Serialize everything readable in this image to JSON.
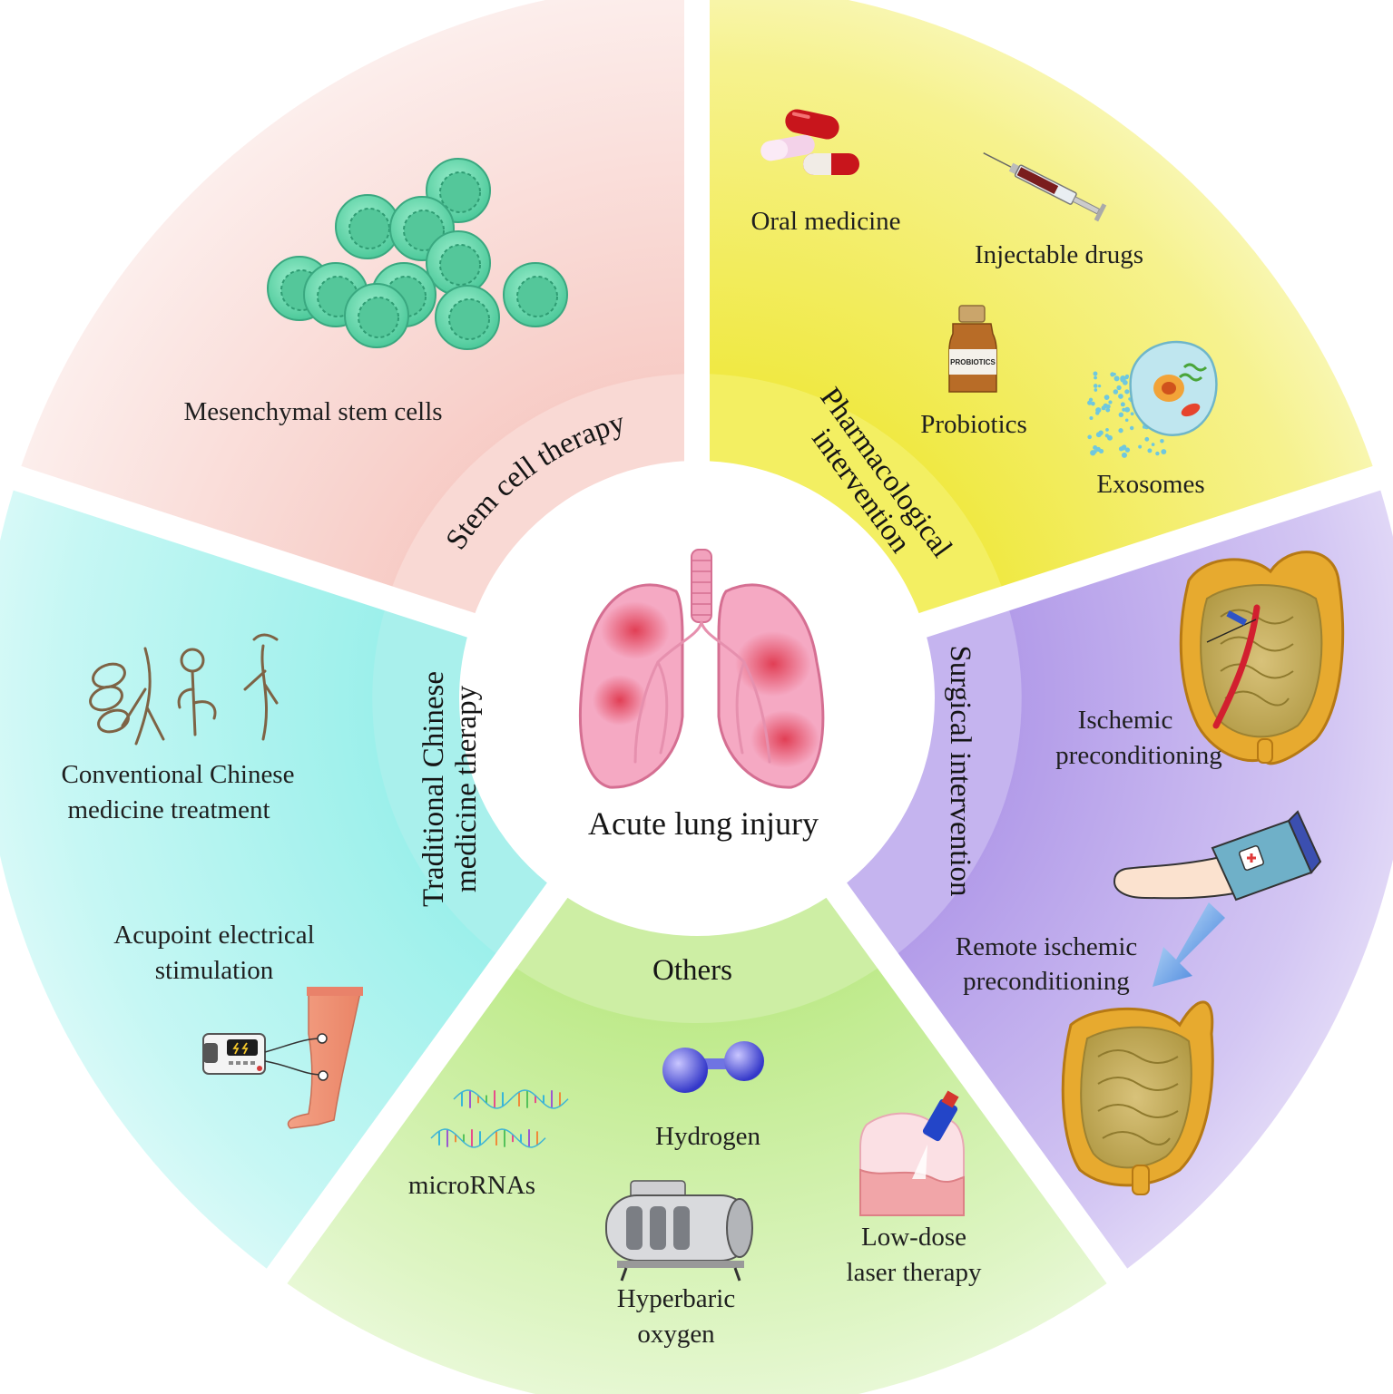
{
  "center": {
    "title": "Acute lung injury"
  },
  "sectors": {
    "stem_cell": {
      "title": "Stem cell therapy",
      "items": {
        "msc": "Mesenchymal stem cells"
      }
    },
    "pharmacological": {
      "title_line1": "Pharmacological",
      "title_line2": "intervention",
      "items": {
        "oral": "Oral medicine",
        "injectable": "Injectable drugs",
        "probiotics": "Probiotics",
        "probiotics_bottle_label": "PROBIOTICS",
        "exosomes": "Exosomes"
      }
    },
    "surgical": {
      "title": "Surgical intervention",
      "items": {
        "ischemic_line1": "Ischemic",
        "ischemic_line2": "preconditioning",
        "remote_line1": "Remote ischemic",
        "remote_line2": "preconditioning"
      }
    },
    "others": {
      "title": "Others",
      "items": {
        "microrna": "microRNAs",
        "hydrogen": "Hydrogen",
        "hbo_line1": "Hyperbaric",
        "hbo_line2": "oxygen",
        "laser_line1": "Low-dose",
        "laser_line2": "laser therapy"
      }
    },
    "tcm": {
      "title_line1": "Traditional Chinese",
      "title_line2": "medicine therapy",
      "items": {
        "cmt_line1": "Conventional Chinese",
        "cmt_line2": "medicine treatment",
        "acu_line1": "Acupoint electrical",
        "acu_line2": "stimulation"
      }
    }
  },
  "colors": {
    "stem_cell": "#f9d9d4",
    "pharmacological": "#f3ef62",
    "surgical": "#c5b4ef",
    "others": "#cdeea4",
    "tcm": "#a9f0ec",
    "center": "#ffffff"
  }
}
